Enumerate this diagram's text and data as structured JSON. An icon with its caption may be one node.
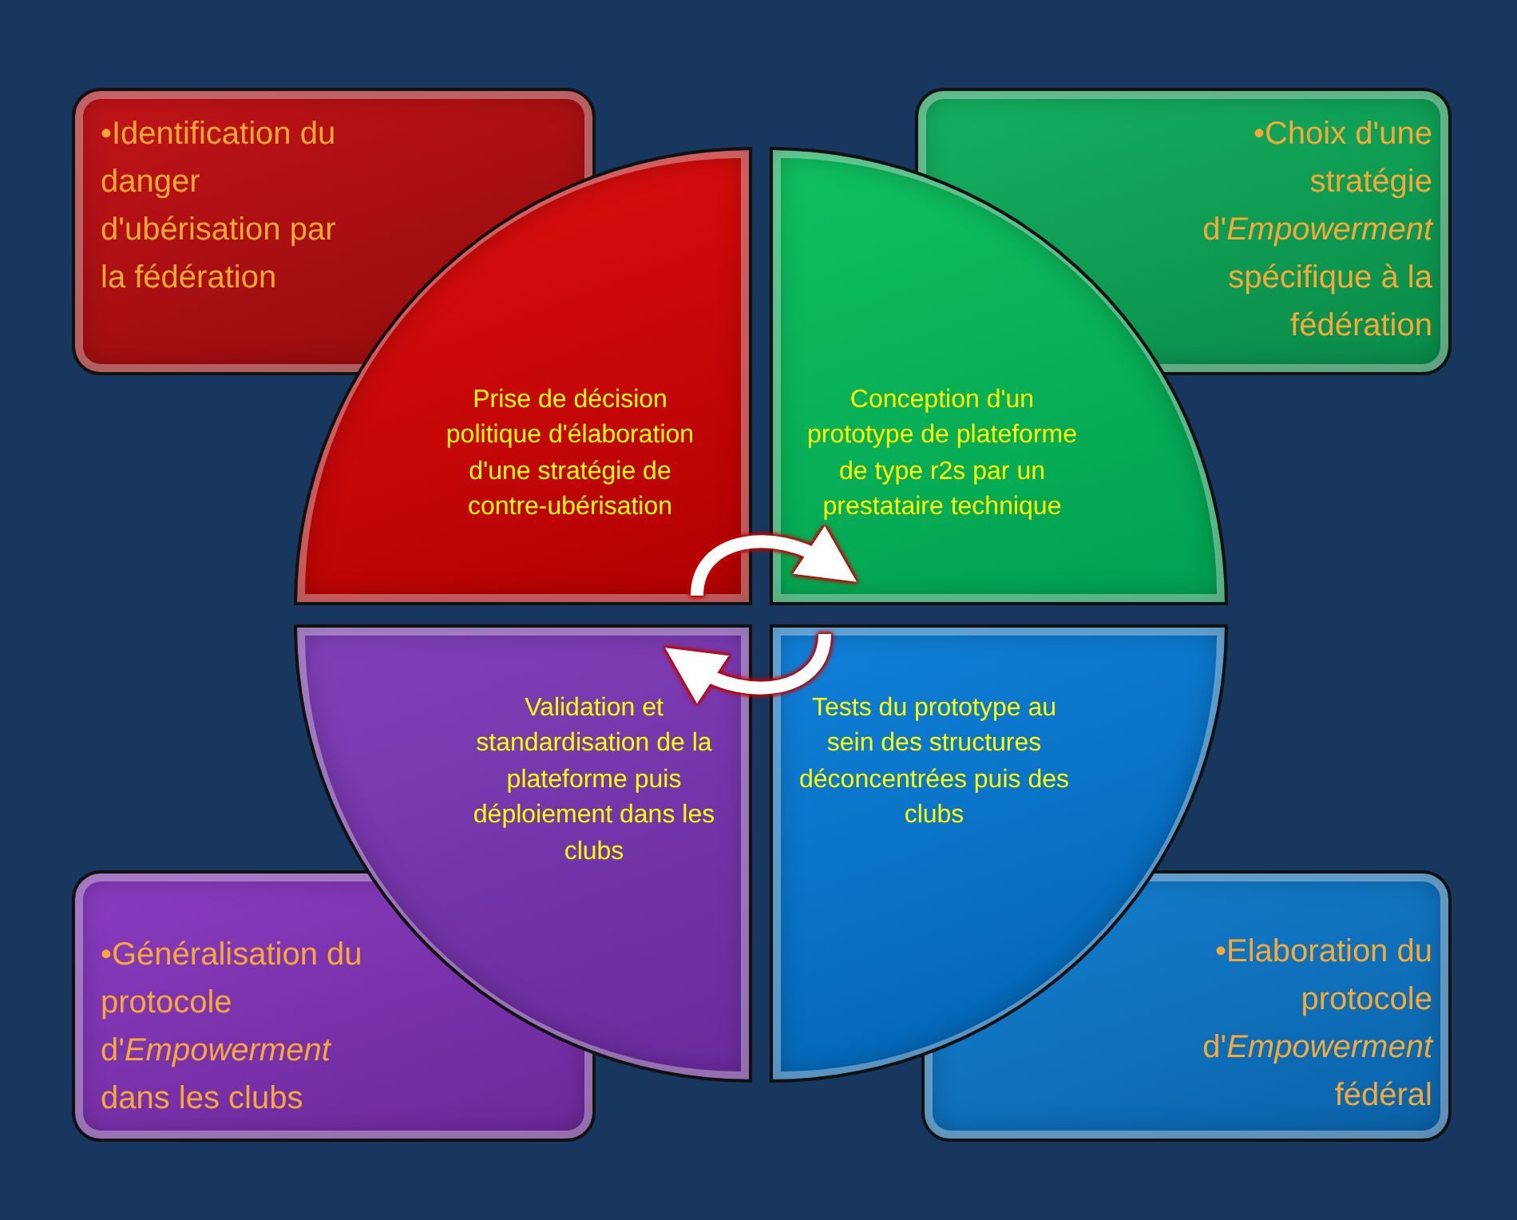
{
  "diagram": {
    "nodes": [
      {
        "text": [
          "•Identification du danger d'ubérisation par la fédération"
        ]
      },
      {
        "text": [
          "Prise de décision politique d'élaboration d'une stratégie de contre-ubérisation"
        ]
      },
      {
        "text": [
          "Conception d'un prototype de plateforme de type r2s par un prestataire technique"
        ]
      },
      {
        "text": [
          "•Choix d'une stratégie d'*Empowerment* spécifique à la fédération"
        ]
      },
      {
        "text": [
          "•Généralisation du protocole d'*Empowerment* dans les clubs"
        ]
      },
      {
        "text": [
          "Validation et standardisation de la plateforme puis déploiement dans les clubs"
        ]
      },
      {
        "text": [
          "Tests du prototype au sein des structures déconcentrées puis des clubs"
        ]
      },
      {
        "text": [
          "•Elaboration du protocole d'*Empowerment* fédéral"
        ]
      }
    ],
    "edges": [
      {
        "from": 1,
        "to": 2,
        "arrow": "to"
      },
      {
        "from": 6,
        "to": 5,
        "arrow": "to"
      }
    ]
  }
}
